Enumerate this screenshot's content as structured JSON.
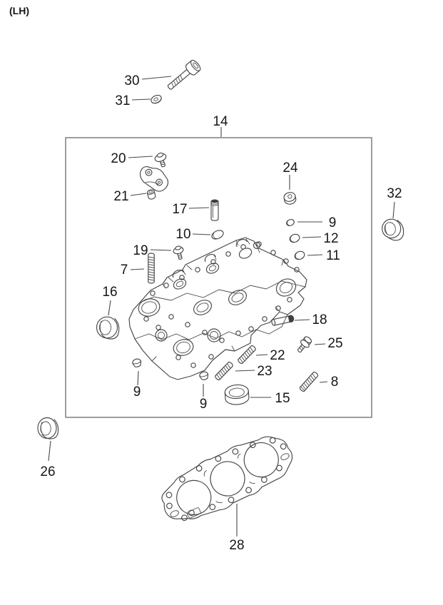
{
  "note": "(LH)",
  "callouts": {
    "c7": "7",
    "c8": "8",
    "c9": "9",
    "c10": "10",
    "c11": "11",
    "c12": "12",
    "c14": "14",
    "c15": "15",
    "c16": "16",
    "c17": "17",
    "c18": "18",
    "c19": "19",
    "c20": "20",
    "c21": "21",
    "c22": "22",
    "c23": "23",
    "c24": "24",
    "c25": "25",
    "c26": "26",
    "c28": "28",
    "c30": "30",
    "c31": "31",
    "c32": "32"
  },
  "colors": {
    "background": "#ffffff",
    "line": "#474747",
    "box_border": "#7d7d7d",
    "label": "#161616"
  }
}
